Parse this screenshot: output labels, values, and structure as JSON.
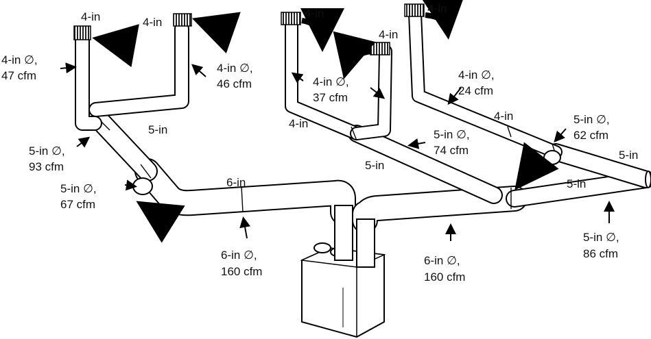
{
  "labels": {
    "size_4in_a": "4-in",
    "size_4in_b": "4-in",
    "size_4in_c": "4-in",
    "size_4in_d": "4-in",
    "size_4in_e": "4-in",
    "size_4in_f": "4-in",
    "size_4in_g": "4-in",
    "size_5in_a": "5-in",
    "size_5in_b": "5-in",
    "size_5in_c": "5-in",
    "size_5in_d": "5-in",
    "size_6in": "6-in",
    "c1": {
      "line1": "4-in ∅,",
      "line2": "47 cfm"
    },
    "c2": {
      "line1": "4-in ∅,",
      "line2": "46 cfm"
    },
    "c3": {
      "line1": "4-in ∅,",
      "line2": "37 cfm"
    },
    "c4": {
      "line1": "4-in ∅,",
      "line2": "24 cfm"
    },
    "c5": {
      "line1": "5-in ∅,",
      "line2": "93 cfm"
    },
    "c6": {
      "line1": "5-in ∅,",
      "line2": "67 cfm"
    },
    "c7": {
      "line1": "5-in ∅,",
      "line2": "74 cfm"
    },
    "c8": {
      "line1": "5-in ∅,",
      "line2": "62 cfm"
    },
    "c9": {
      "line1": "6-in ∅,",
      "line2": "160 cfm"
    },
    "c10": {
      "line1": "6-in ∅,",
      "line2": "160 cfm"
    },
    "c11": {
      "line1": "5-in ∅,",
      "line2": "86 cfm"
    }
  },
  "colors": {
    "line": "#000000",
    "fill": "#ffffff",
    "text": "#111111"
  }
}
